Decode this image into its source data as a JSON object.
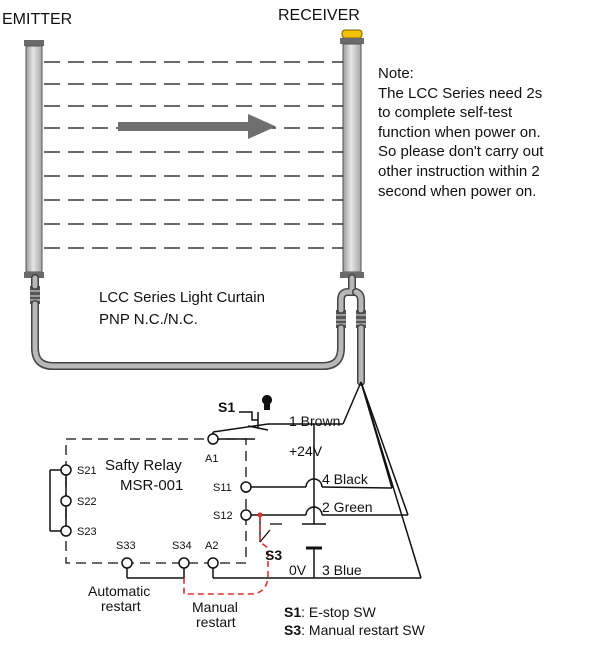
{
  "labels": {
    "emitter": "EMITTER",
    "receiver": "RECEIVER",
    "curtain_name": "LCC Series Light Curtain",
    "curtain_type": "PNP N.C./N.C.",
    "relay_name": "Safty Relay",
    "relay_model": "MSR-001",
    "plus24": "+24V",
    "zero_v": "0V",
    "s1": "S1",
    "s3": "S3",
    "automatic": "Automatic",
    "automatic_restart": "restart",
    "manual": "Manual",
    "manual_restart": "restart"
  },
  "note": {
    "lines": [
      "Note:",
      "The LCC Series need 2s",
      "to complete self-test",
      "function when power on.",
      "So please don't carry out",
      "other instruction within 2",
      "second when power on."
    ]
  },
  "wires": {
    "w1": "1 Brown",
    "w4": "4 Black",
    "w2": "2 Green",
    "w3": "3 Blue"
  },
  "terminals": {
    "a1": "A1",
    "s21": "S21",
    "s22": "S22",
    "s23": "S23",
    "s11": "S11",
    "s12": "S12",
    "s33": "S33",
    "s34": "S34",
    "a2": "A2"
  },
  "legend": {
    "s1_key": "S1",
    "s1_desc": ": E-stop SW",
    "s3_key": "S3",
    "s3_desc": ": Manual restart SW"
  },
  "colors": {
    "bar_fill": "#c9c9c9",
    "cable": "#9a9a9a",
    "arrow": "#6f6f6f",
    "manual_dash": "#e03030",
    "indicator": "#f2c200"
  }
}
